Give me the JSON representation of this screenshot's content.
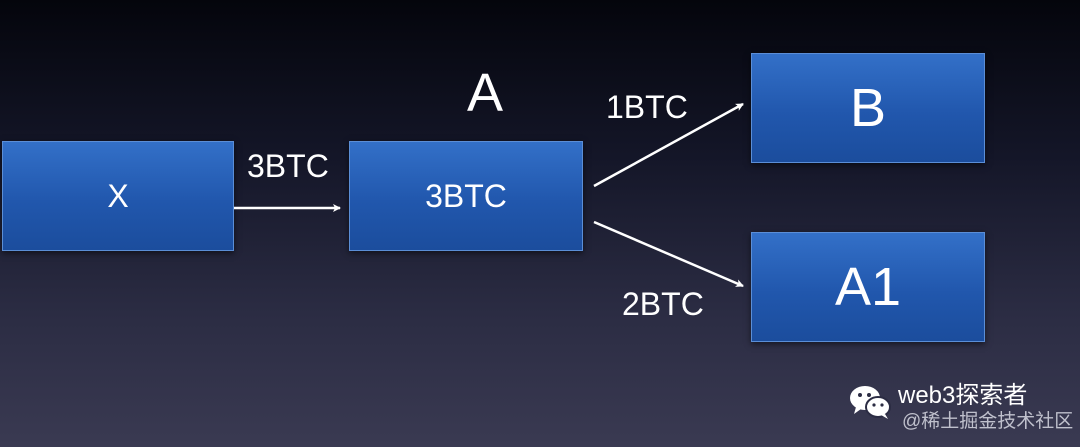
{
  "diagram": {
    "nodes": {
      "x": {
        "label": "X"
      },
      "a": {
        "label": "3BTC",
        "title": "A"
      },
      "b": {
        "label": "B"
      },
      "a1": {
        "label": "A1"
      }
    },
    "edges": {
      "x_to_a": {
        "label": "3BTC"
      },
      "a_to_b": {
        "label": "1BTC"
      },
      "a_to_a1": {
        "label": "2BTC"
      }
    }
  },
  "watermark": {
    "name": "web3探索者",
    "subtitle": "@稀土掘金技术社区",
    "icon": "wechat-icon"
  },
  "colors": {
    "box_fill": "#2157ad",
    "box_border": "#5b8ed6",
    "arrow": "#ffffff",
    "background_top": "#04050c",
    "background_bottom": "#3a3a52"
  }
}
